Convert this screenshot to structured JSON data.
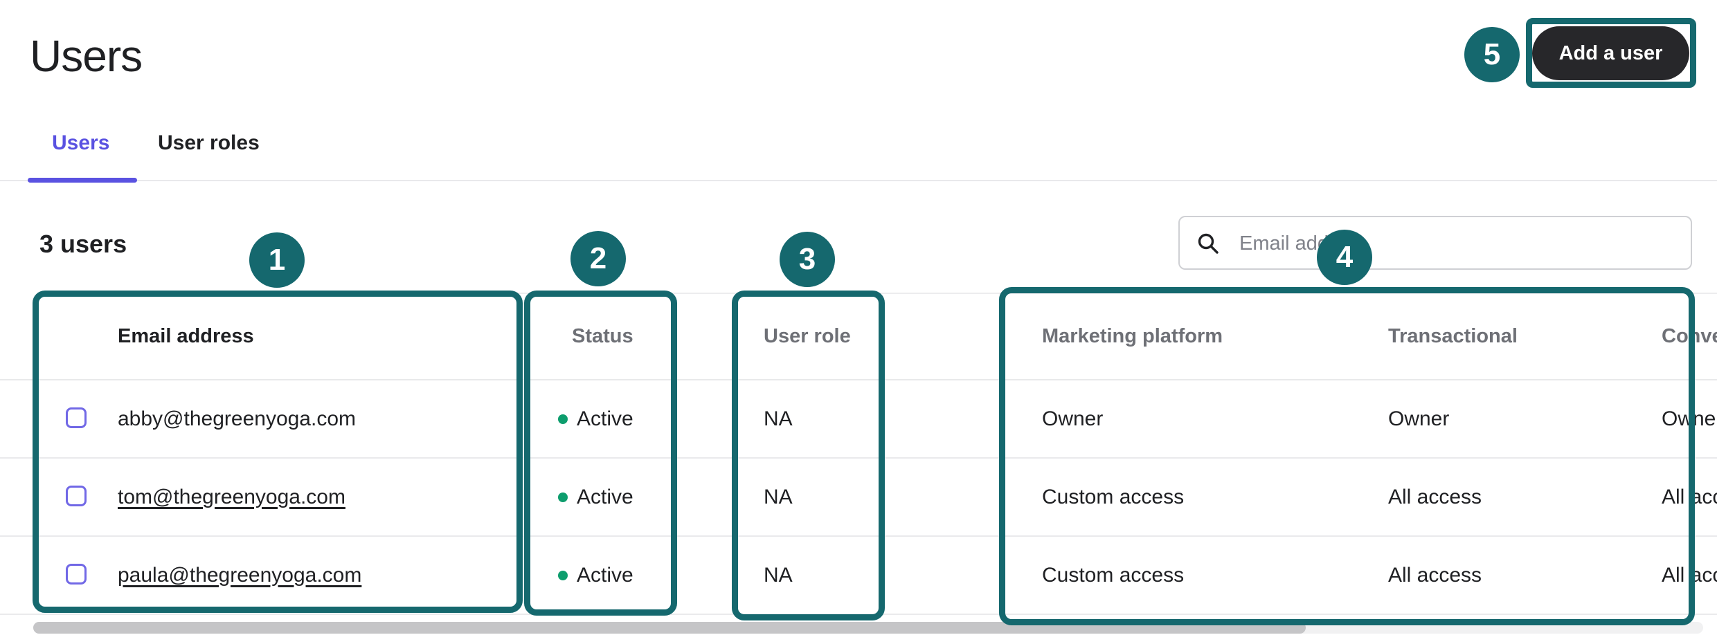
{
  "page": {
    "title": "Users"
  },
  "tabs": [
    {
      "label": "Users",
      "active": true
    },
    {
      "label": "User roles",
      "active": false
    }
  ],
  "header_actions": {
    "add_user_label": "Add a user"
  },
  "toolbar": {
    "user_count": "3 users",
    "search_placeholder": "Email address",
    "search_icon": "magnifier"
  },
  "table": {
    "columns": [
      "Email address",
      "Status",
      "User role",
      "Marketing platform",
      "Transactional",
      "Conversations"
    ],
    "rows": [
      {
        "email": "abby@thegreenyoga.com",
        "email_is_link": false,
        "status": "Active",
        "user_role": "NA",
        "marketing_platform": "Owner",
        "transactional": "Owner",
        "conversations": "Owner"
      },
      {
        "email": "tom@thegreenyoga.com",
        "email_is_link": true,
        "status": "Active",
        "user_role": "NA",
        "marketing_platform": "Custom access",
        "transactional": "All access",
        "conversations": "All access"
      },
      {
        "email": "paula@thegreenyoga.com",
        "email_is_link": true,
        "status": "Active",
        "user_role": "NA",
        "marketing_platform": "Custom access",
        "transactional": "All access",
        "conversations": "All access"
      }
    ]
  },
  "annotations": {
    "badges": [
      "1",
      "2",
      "3",
      "4",
      "5"
    ]
  },
  "colors": {
    "annotation_teal": "#15686e",
    "accent_purple": "#5a52e1",
    "status_green": "#0d9d6d",
    "button_dark": "#27272a"
  }
}
